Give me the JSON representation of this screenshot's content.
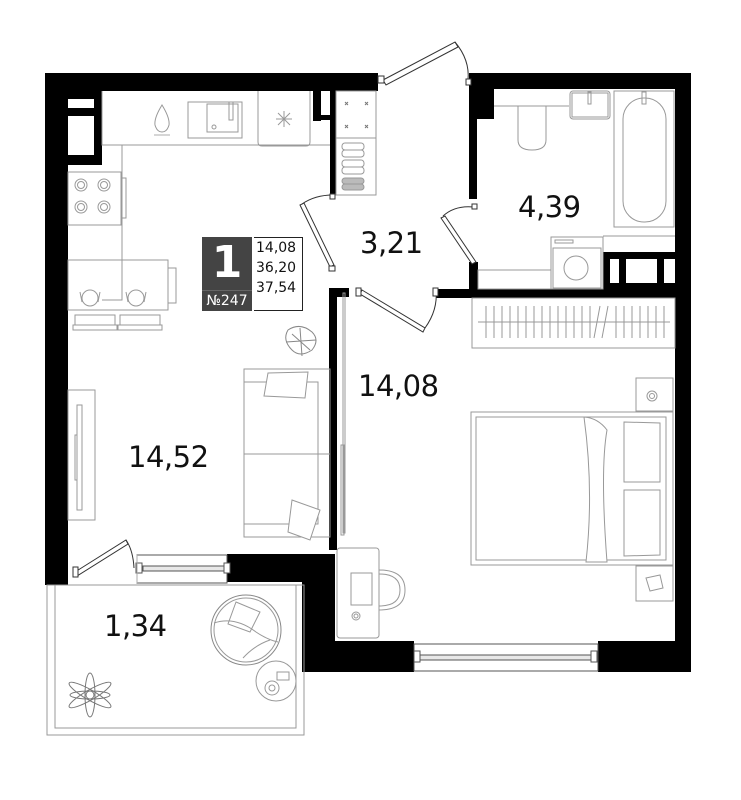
{
  "apartment": {
    "rooms_count": "1",
    "number": "№247",
    "areas": {
      "living": "14,08",
      "total_without_balcony": "36,20",
      "total": "37,54"
    }
  },
  "rooms": [
    {
      "id": "kitchen-living",
      "name": "kitchen-living-room",
      "area": "14,52"
    },
    {
      "id": "hallway",
      "name": "hallway",
      "area": "3,21"
    },
    {
      "id": "bathroom",
      "name": "bathroom",
      "area": "4,39"
    },
    {
      "id": "bedroom",
      "name": "bedroom",
      "area": "14,08"
    },
    {
      "id": "balcony",
      "name": "balcony",
      "area": "1,34"
    }
  ],
  "colors": {
    "wall": "#000000",
    "badge_bg": "#444444",
    "furniture_line": "#9a9a9a",
    "background": "#ffffff"
  },
  "icons": [
    "sink-icon",
    "stove-icon",
    "fridge-icon",
    "toilet-icon",
    "bathtub-icon",
    "washing-machine-icon",
    "bed-icon",
    "sofa-icon",
    "table-icon",
    "desk-icon",
    "plant-icon",
    "armchair-icon",
    "wardrobe-icon",
    "shoe-rack-icon",
    "water-drop-icon"
  ]
}
